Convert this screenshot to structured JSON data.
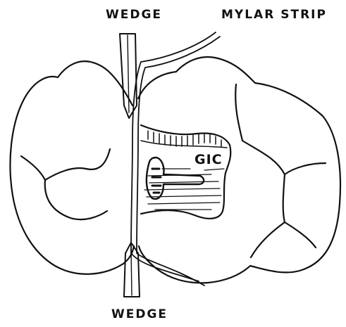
{
  "labels": {
    "wedge_top": "WEDGE",
    "mylar_strip": "MYLAR STRIP",
    "gic": "GIC",
    "wedge_bottom": "WEDGE"
  },
  "colors": {
    "ink": "#111111",
    "paper": "#ffffff"
  }
}
